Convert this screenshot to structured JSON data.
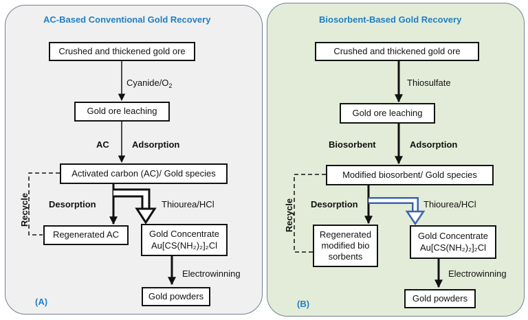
{
  "panel_a": {
    "title": "AC-Based Conventional Gold  Recovery",
    "id_label": "(A)",
    "box_ore": "Crushed and thickened gold ore",
    "reagent_1": "Cyanide/O",
    "reagent_1_sub": "2",
    "box_leach": "Gold ore leaching",
    "label_sorbent": "AC",
    "label_adsorption": "Adsorption",
    "box_loaded": "Activated carbon (AC)/ Gold species",
    "label_recycle": "Recycle",
    "label_desorption": "Desorption",
    "reagent_2": "Thiourea/HCl",
    "box_regen": "Regenerated AC",
    "box_conc_line1": "Gold Concentrate",
    "box_conc_line2": "Au[CS(NH₂)₂]₂Cl",
    "label_electro": "Electrowinning",
    "box_powder": "Gold powders"
  },
  "panel_b": {
    "title": "Biosorbent-Based Gold  Recovery",
    "id_label": "(B)",
    "box_ore": "Crushed and thickened gold ore",
    "reagent_1": "Thiosulfate",
    "box_leach": "Gold ore leaching",
    "label_sorbent": "Biosorbent",
    "label_adsorption": "Adsorption",
    "box_loaded": "Modified biosorbent/  Gold species",
    "label_recycle": "Recycle",
    "label_desorption": "Desorption",
    "reagent_2": "Thiourea/HCl",
    "box_regen_line1": "Regenerated",
    "box_regen_line2": "modified bio",
    "box_regen_line3": "sorbents",
    "box_conc_line1": "Gold Concentrate",
    "box_conc_line2": "Au[CS(NH₂)₂]₂Cl",
    "label_electro": "Electrowinning",
    "box_powder": "Gold powders"
  },
  "colors": {
    "panel_a_bg": "#f0f0f0",
    "panel_b_bg": "#e3ecd8",
    "title_blue": "#1f7fc4",
    "border": "#6f7f96",
    "double_arrow_b": "#3a64b0"
  }
}
